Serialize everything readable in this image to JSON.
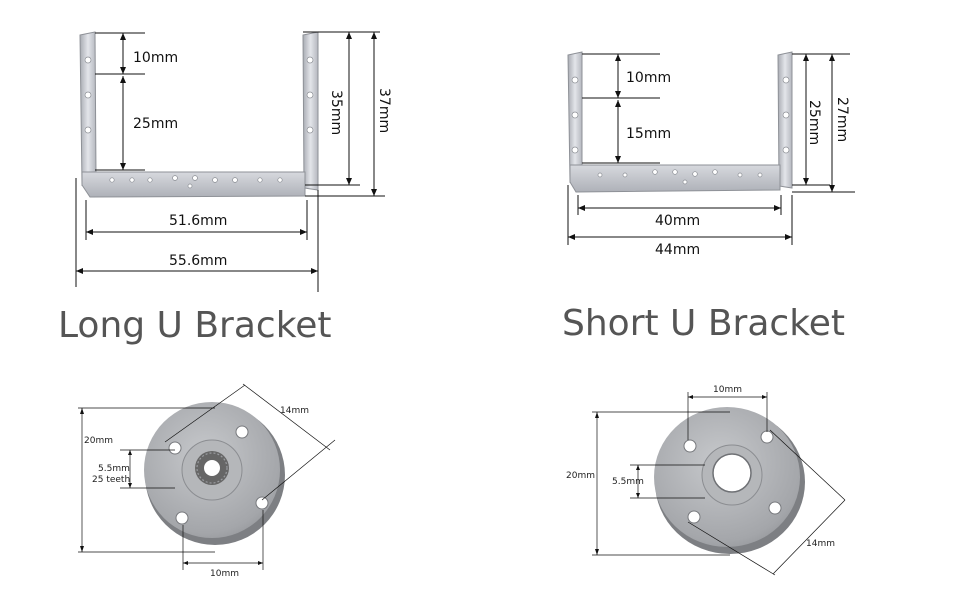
{
  "long_bracket": {
    "title": "Long U Bracket",
    "dims": {
      "d10": "10mm",
      "d25": "25mm",
      "d35": "35mm",
      "d37": "37mm",
      "d516": "51.6mm",
      "d556": "55.6mm"
    }
  },
  "short_bracket": {
    "title": "Short U Bracket",
    "dims": {
      "d10": "10mm",
      "d15": "15mm",
      "d25": "25mm",
      "d27": "27mm",
      "d40": "40mm",
      "d44": "44mm"
    }
  },
  "splined_hub": {
    "dims": {
      "d20": "20mm",
      "d14": "14mm",
      "d55": "5.5mm",
      "teeth": "25 teeth",
      "d10": "10mm"
    }
  },
  "flat_hub": {
    "dims": {
      "d10": "10mm",
      "d20": "20mm",
      "d55": "5.5mm",
      "d14": "14mm"
    }
  },
  "colors": {
    "metal": "#c9cbd1",
    "metal_dark": "#9ea1a8",
    "title": "#555555",
    "line": "#111111"
  }
}
